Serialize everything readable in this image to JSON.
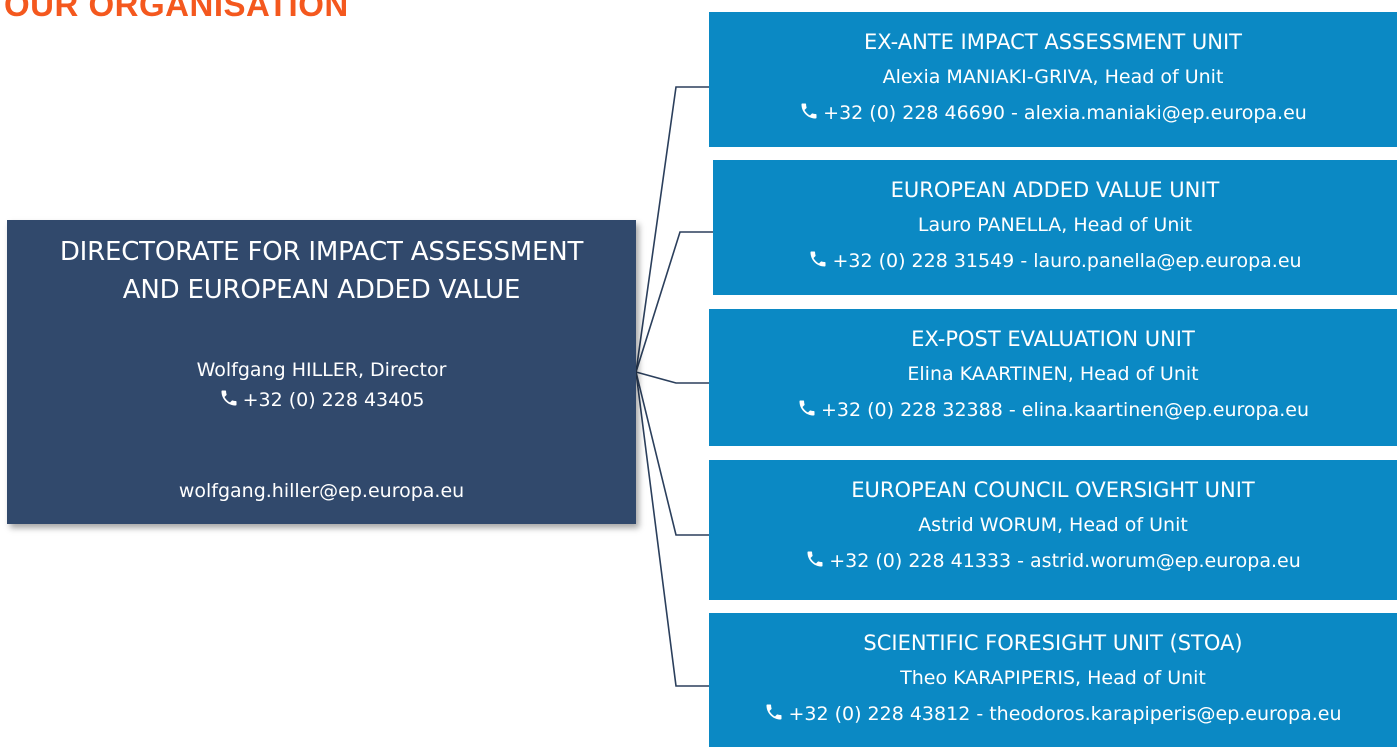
{
  "heading": "OUR ORGANISATION",
  "colors": {
    "heading": "#f4581e",
    "director_box": "#31496c",
    "unit_box": "#0b89c4",
    "connector": "#2b3f5c"
  },
  "directorate": {
    "title_line1": "DIRECTORATE FOR IMPACT ASSESSMENT",
    "title_line2": "AND EUROPEAN ADDED VALUE",
    "name": "Wolfgang HILLER, Director",
    "phone": "+32 (0) 228 43405",
    "email": "wolfgang.hiller@ep.europa.eu",
    "icon": "phone-icon"
  },
  "units": [
    {
      "title": "EX-ANTE IMPACT ASSESSMENT UNIT",
      "head": "Alexia MANIAKI-GRIVA, Head of Unit",
      "contact": "+32 (0) 228 46690 - alexia.maniaki@ep.europa.eu"
    },
    {
      "title": "EUROPEAN ADDED VALUE UNIT",
      "head": "Lauro PANELLA, Head of Unit",
      "contact": "+32 (0) 228 31549 - lauro.panella@ep.europa.eu"
    },
    {
      "title": "EX-POST EVALUATION UNIT",
      "head": "Elina KAARTINEN, Head of Unit",
      "contact": "+32 (0) 228 32388 - elina.kaartinen@ep.europa.eu"
    },
    {
      "title": "EUROPEAN COUNCIL OVERSIGHT UNIT",
      "head": "Astrid WORUM, Head of Unit",
      "contact": "+32 (0) 228 41333 - astrid.worum@ep.europa.eu"
    },
    {
      "title": "SCIENTIFIC FORESIGHT UNIT (STOA)",
      "head": "Theo KARAPIPERIS, Head of Unit",
      "contact": "+32 (0) 228 43812 - theodoros.karapiperis@ep.europa.eu"
    }
  ]
}
